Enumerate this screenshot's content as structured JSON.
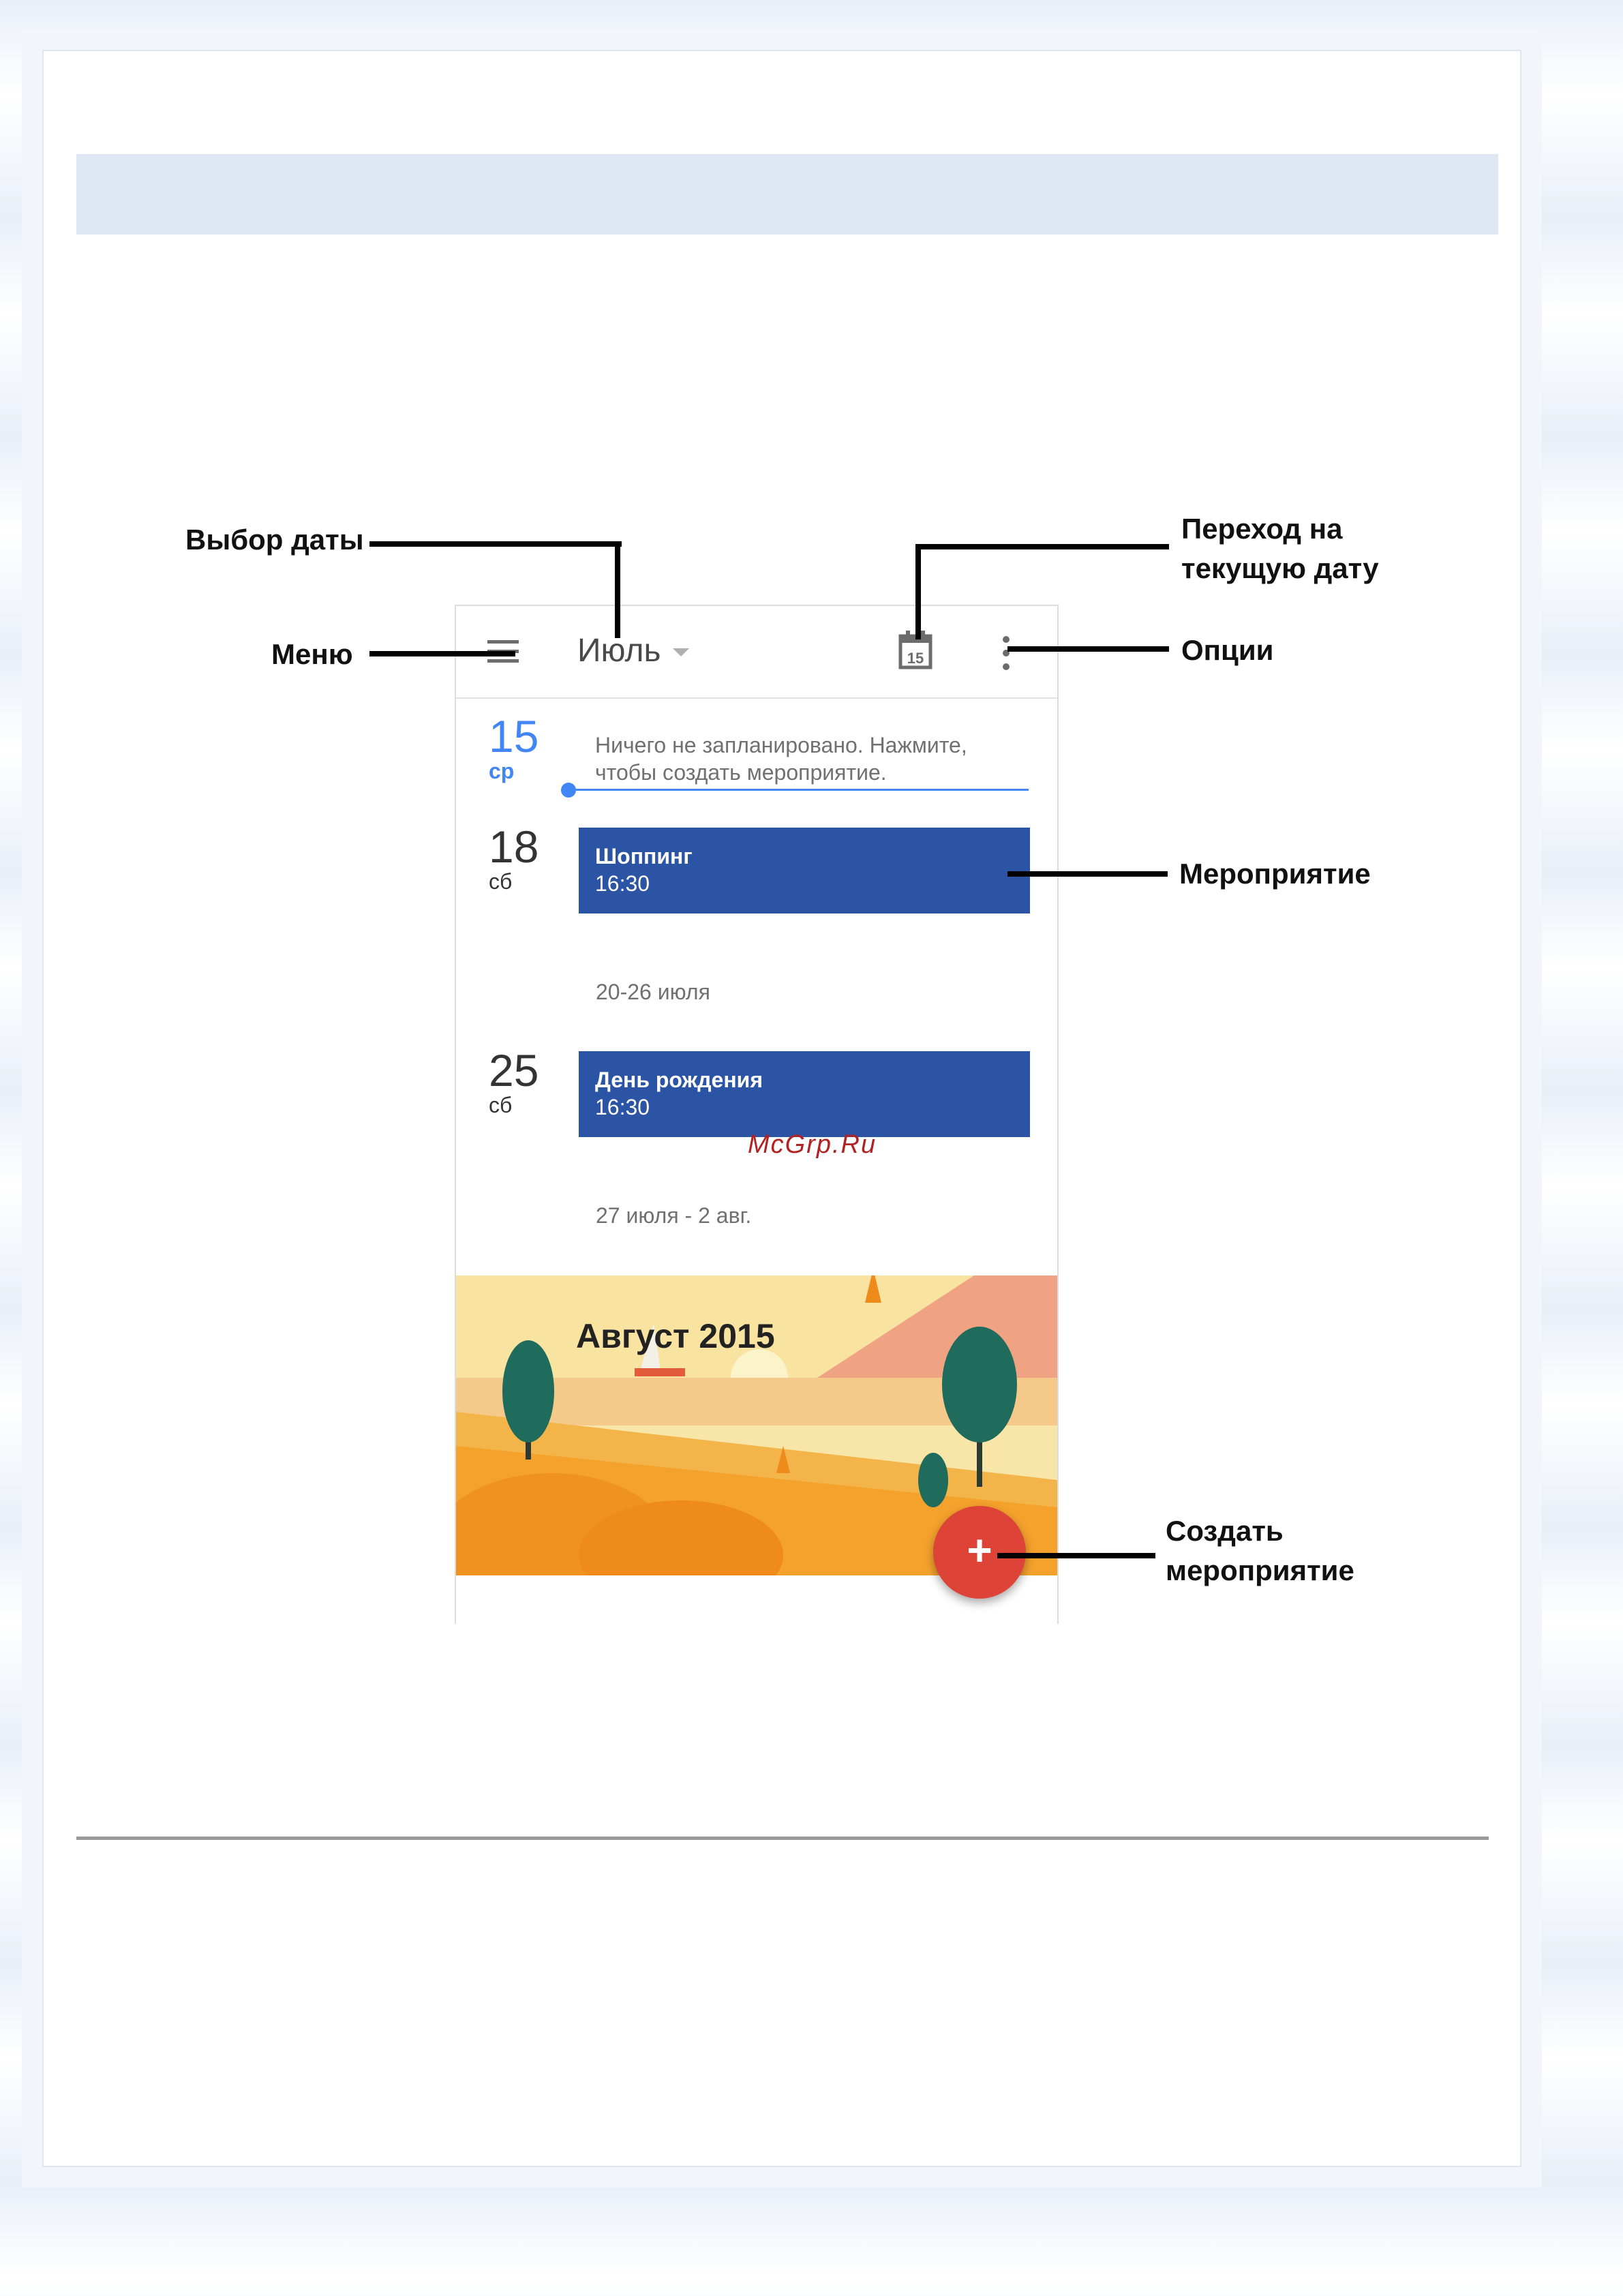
{
  "app": {
    "month": "Июль",
    "today_icon_day": "15"
  },
  "agenda": {
    "today": {
      "num": "15",
      "dow": "ср",
      "empty_text": "Ничего не запланировано. Нажмите, чтобы создать мероприятие."
    },
    "days": [
      {
        "num": "18",
        "dow": "сб",
        "event_title": "Шоппинг",
        "event_time": "16:30"
      },
      {
        "num": "25",
        "dow": "сб",
        "event_title": "День рождения",
        "event_time": "16:30"
      }
    ],
    "week_labels": [
      "20-26 июля",
      "27 июля - 2 авг."
    ],
    "banner_title": "Август 2015"
  },
  "fab": {
    "label": "+"
  },
  "callouts": {
    "date_picker": "Выбор даты",
    "menu": "Меню",
    "goto_today_line1": "Переход на",
    "goto_today_line2": "текущую дату",
    "options": "Опции",
    "event": "Мероприятие",
    "create_line1": "Создать",
    "create_line2": "мероприятие"
  },
  "watermark": "McGrp.Ru",
  "colors": {
    "accent": "#4285f4",
    "event": "#2b54a5",
    "fab": "#dd4437"
  }
}
